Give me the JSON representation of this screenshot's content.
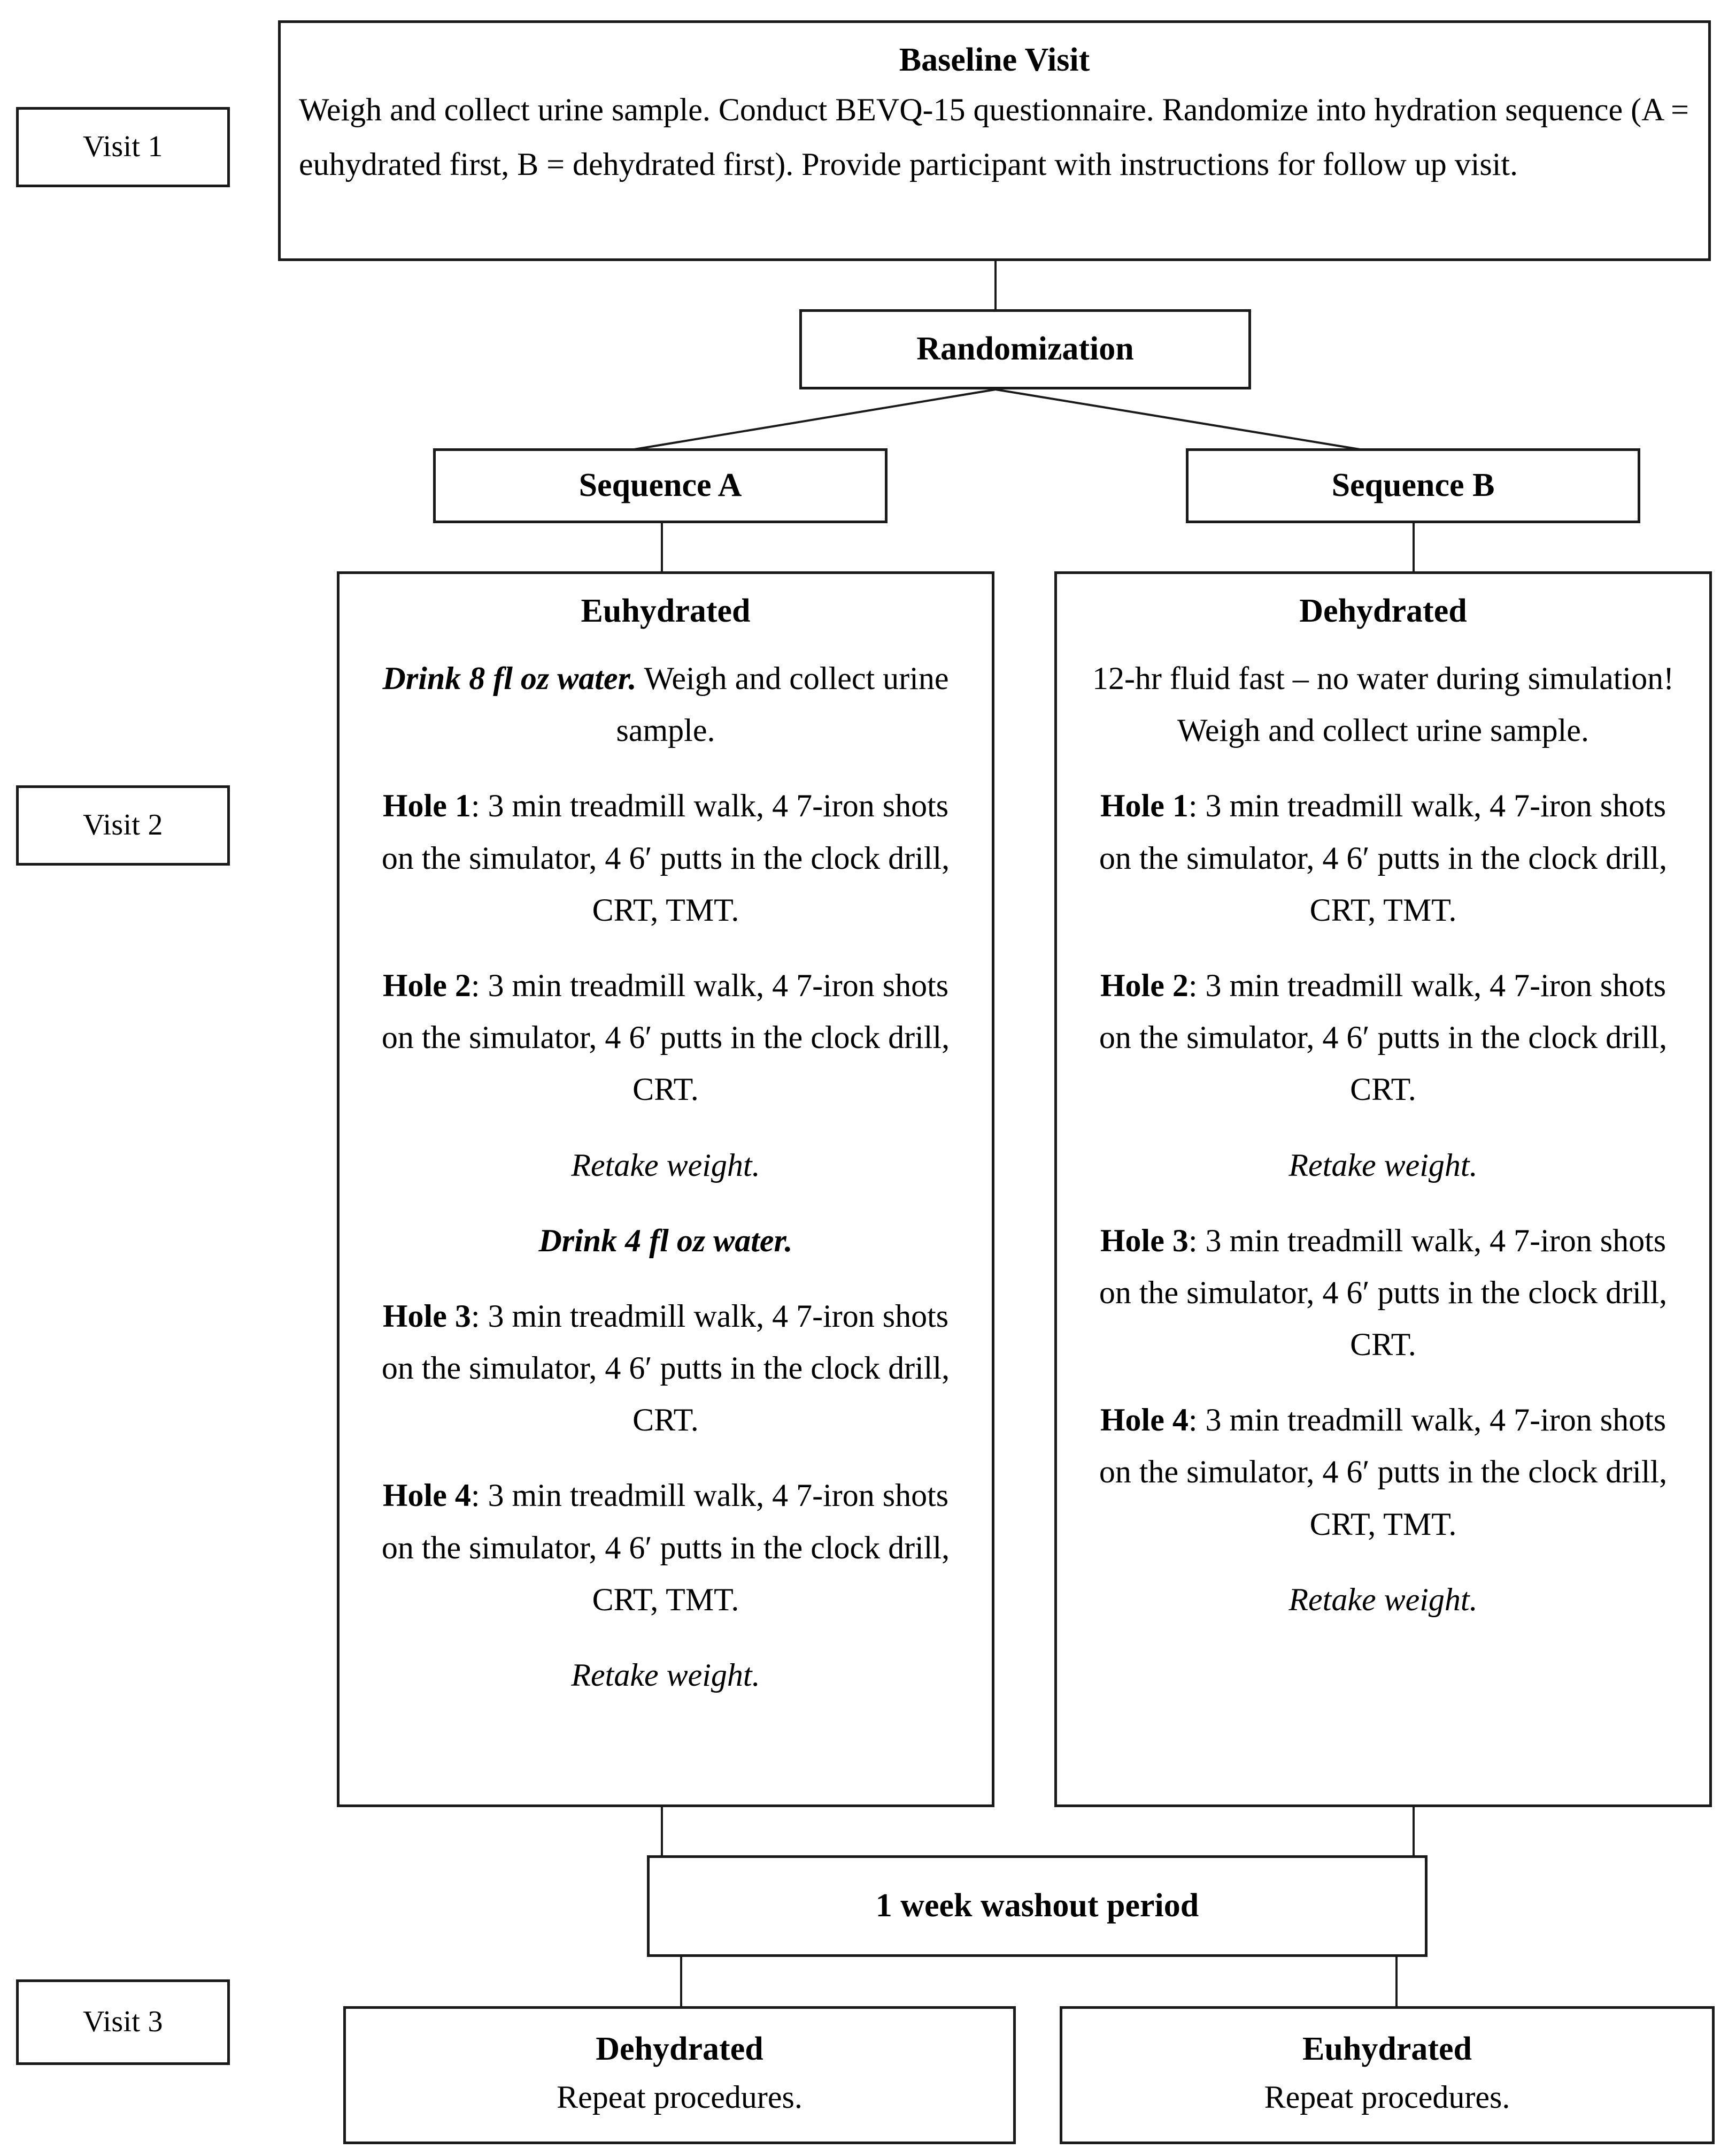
{
  "visits": {
    "visit1": "Visit 1",
    "visit2": "Visit 2",
    "visit3": "Visit 3"
  },
  "baseline": {
    "title": "Baseline Visit",
    "body": "Weigh and collect urine sample. Conduct BEVQ-15 questionnaire. Randomize into hydration sequence (A = euhydrated first, B = dehydrated first). Provide participant with instructions for follow up visit."
  },
  "randomization": {
    "label": "Randomization"
  },
  "sequences": {
    "a": "Sequence A",
    "b": "Sequence B"
  },
  "euhydrated": {
    "title": "Euhydrated",
    "drink8_em": "Drink 8 fl oz water.",
    "drink8_rest": " Weigh and collect urine sample.",
    "hole1_label": "Hole 1",
    "hole1_text": ": 3 min treadmill walk, 4 7-iron shots on the simulator, 4 6′ putts in the clock drill, CRT, TMT.",
    "hole2_label": "Hole 2",
    "hole2_text": ": 3 min treadmill walk, 4 7-iron shots on the simulator, 4 6′ putts in the clock drill, CRT.",
    "retake1": "Retake weight.",
    "drink4_em": "Drink 4 fl oz water.",
    "hole3_label": "Hole 3",
    "hole3_text": ": 3 min treadmill walk, 4 7-iron shots on the simulator, 4 6′ putts in the clock drill, CRT.",
    "hole4_label": "Hole 4",
    "hole4_text": ": 3 min treadmill walk, 4 7-iron shots on the simulator, 4 6′ putts in the clock drill, CRT, TMT.",
    "retake2": "Retake weight."
  },
  "dehydrated": {
    "title": "Dehydrated",
    "intro": "12-hr fluid fast – no water during simulation! Weigh and collect urine sample.",
    "hole1_label": "Hole 1",
    "hole1_text": ": 3 min treadmill walk, 4 7-iron shots on the simulator, 4 6′ putts in the clock drill, CRT, TMT.",
    "hole2_label": "Hole 2",
    "hole2_text": ": 3 min treadmill walk, 4 7-iron shots on the simulator, 4 6′ putts in the clock drill, CRT.",
    "retake1": "Retake weight.",
    "hole3_label": "Hole 3",
    "hole3_text": ": 3 min treadmill walk, 4 7-iron shots on the simulator, 4 6′ putts in the clock drill, CRT.",
    "hole4_label": "Hole 4",
    "hole4_text": ": 3 min treadmill walk, 4 7-iron shots on the simulator, 4 6′ putts in the clock drill, CRT, TMT.",
    "retake2": "Retake weight."
  },
  "washout": {
    "label": "1 week washout period"
  },
  "visit3_left": {
    "title": "Dehydrated",
    "body": "Repeat procedures."
  },
  "visit3_right": {
    "title": "Euhydrated",
    "body": "Repeat procedures."
  },
  "colors": {
    "stroke": "#1a1a1a",
    "background": "#ffffff"
  }
}
